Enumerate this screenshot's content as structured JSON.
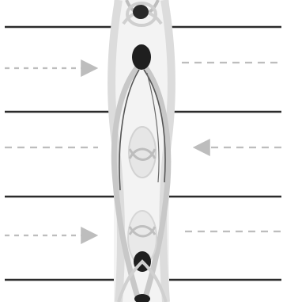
{
  "figure": {
    "kind": "schematic",
    "background_color": "#ffffff",
    "line_color": "#2b2b2b",
    "arrow_color": "#bdbdbd",
    "ribbon_light_color": "#e6e6e6",
    "ribbon_mid_color": "#c8c8c8",
    "ribbon_dark_color": "#555555",
    "knot_dark_color": "#1f1f1f",
    "arrow_directions": [
      "right",
      "left",
      "right"
    ],
    "text_labels": []
  }
}
